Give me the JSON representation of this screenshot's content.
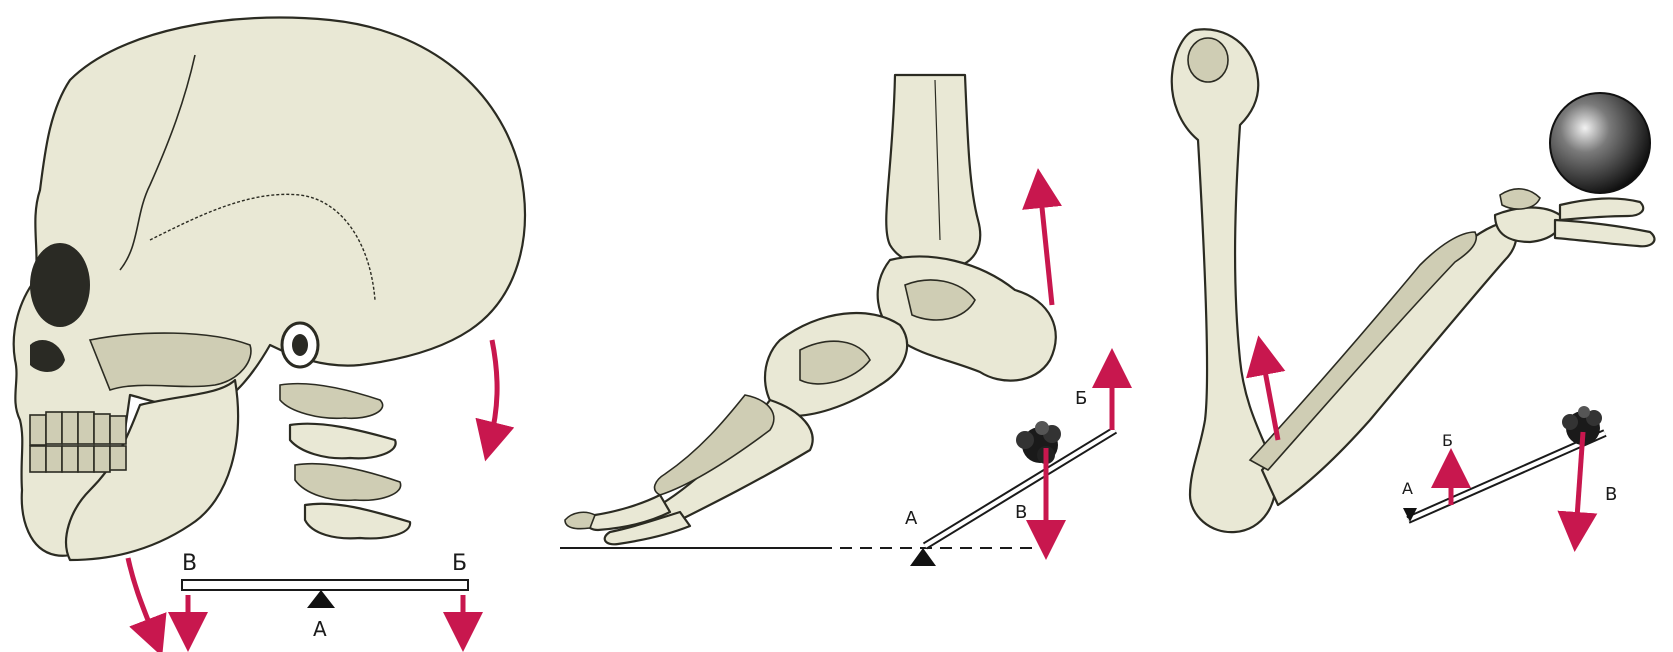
{
  "colors": {
    "force_arrow": "#c8174e",
    "bone": "#e9e8d5",
    "bone_shade": "#cfcdb4",
    "outline": "#2b2b22",
    "fulcrum": "#111111"
  },
  "panels": {
    "skull": {
      "labels": {
        "left_end": "В",
        "right_end": "Б",
        "fulcrum": "А"
      }
    },
    "foot": {
      "labels": {
        "fulcrum": "А",
        "effort": "Б",
        "load": "В"
      }
    },
    "arm": {
      "labels": {
        "fulcrum": "А",
        "effort": "Б",
        "load": "В"
      }
    }
  }
}
